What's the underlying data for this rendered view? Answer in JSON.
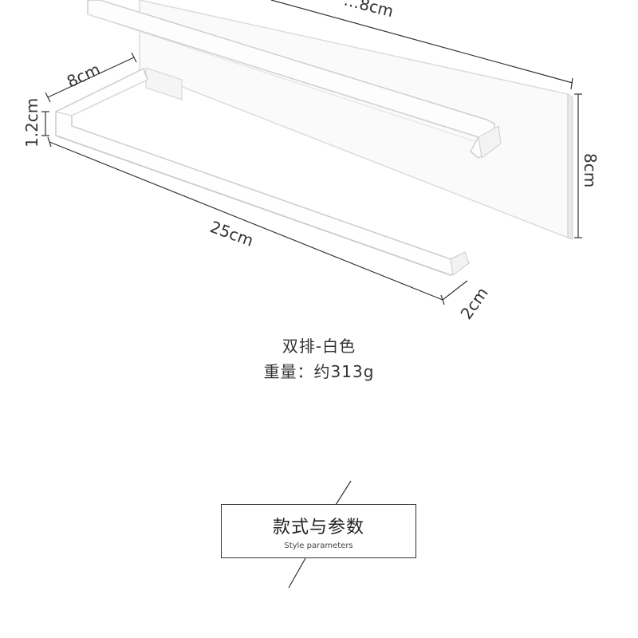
{
  "dimensions": {
    "top_width": "…8cm",
    "depth": "8cm",
    "thickness": "1.2cm",
    "length": "25cm",
    "height": "8cm",
    "rod_gap": "2cm"
  },
  "product": {
    "model": "双排-白色",
    "weight": "重量：约313g"
  },
  "section": {
    "title": "款式与参数",
    "subtitle": "Style parameters"
  },
  "colors": {
    "background": "#ffffff",
    "text": "#333333",
    "product_white": "#fbfbfb",
    "product_edge": "#d6d6d6"
  }
}
